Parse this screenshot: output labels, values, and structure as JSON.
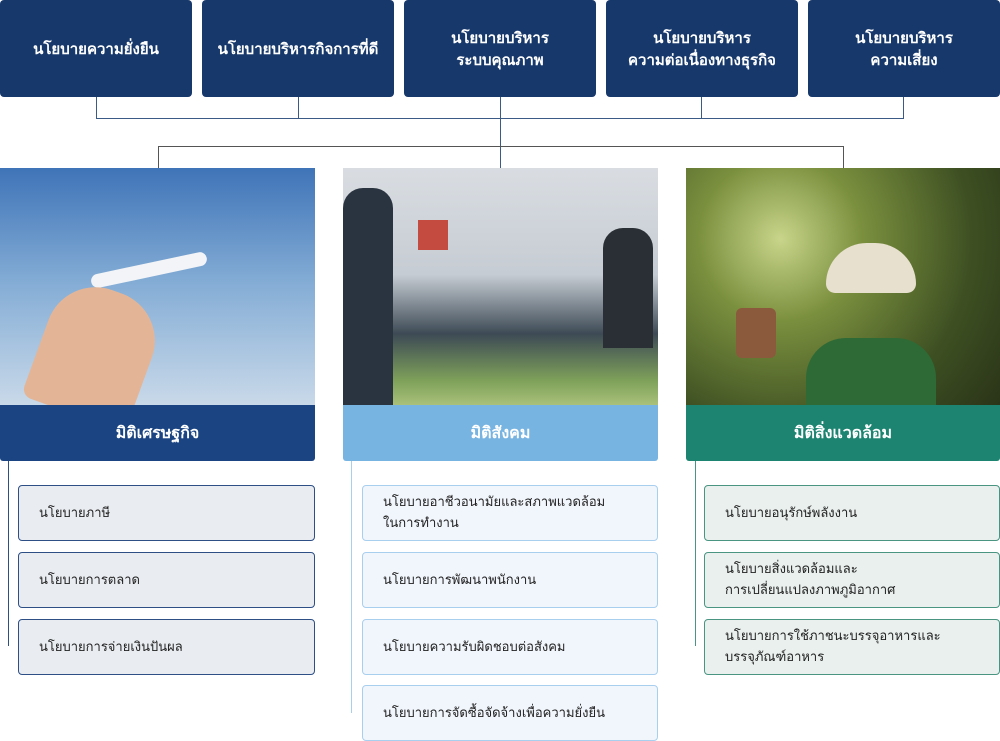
{
  "top_policies": [
    "นโยบายความยั่งยืน",
    "นโยบายบริหารกิจการที่ดี",
    "นโยบายบริหาร\nระบบคุณภาพ",
    "นโยบายบริหาร\nความต่อเนื่องทางธุรกิจ",
    "นโยบายบริหาร\nความเสี่ยง"
  ],
  "dimensions": [
    {
      "title": "มิติเศรษฐกิจ",
      "color": "#1b4582",
      "image": "airplane-photo",
      "items": [
        "นโยบายภาษี",
        "นโยบายการตลาด",
        "นโยบายการจ่ายเงินปันผล"
      ]
    },
    {
      "title": "มิติสังคม",
      "color": "#78b4e2",
      "image": "greenhouse-team-photo",
      "items": [
        "นโยบายอาชีวอนามัยและสภาพแวดล้อม\nในการทำงาน",
        "นโยบายการพัฒนาพนักงาน",
        "นโยบายความรับผิดชอบต่อสังคม",
        "นโยบายการจัดซื้อจัดจ้างเพื่อความยั่งยืน"
      ]
    },
    {
      "title": "มิติสิ่งแวดล้อม",
      "color": "#1c8470",
      "image": "woman-plant-photo",
      "items": [
        "นโยบายอนุรักษ์พลังงาน",
        "นโยบายสิ่งแวดล้อมและ\nการเปลี่ยนแปลงภาพภูมิอากาศ",
        "นโยบายการใช้ภาชนะบรรจุอาหารและ\nบรรจุภัณฑ์อาหาร"
      ]
    }
  ]
}
